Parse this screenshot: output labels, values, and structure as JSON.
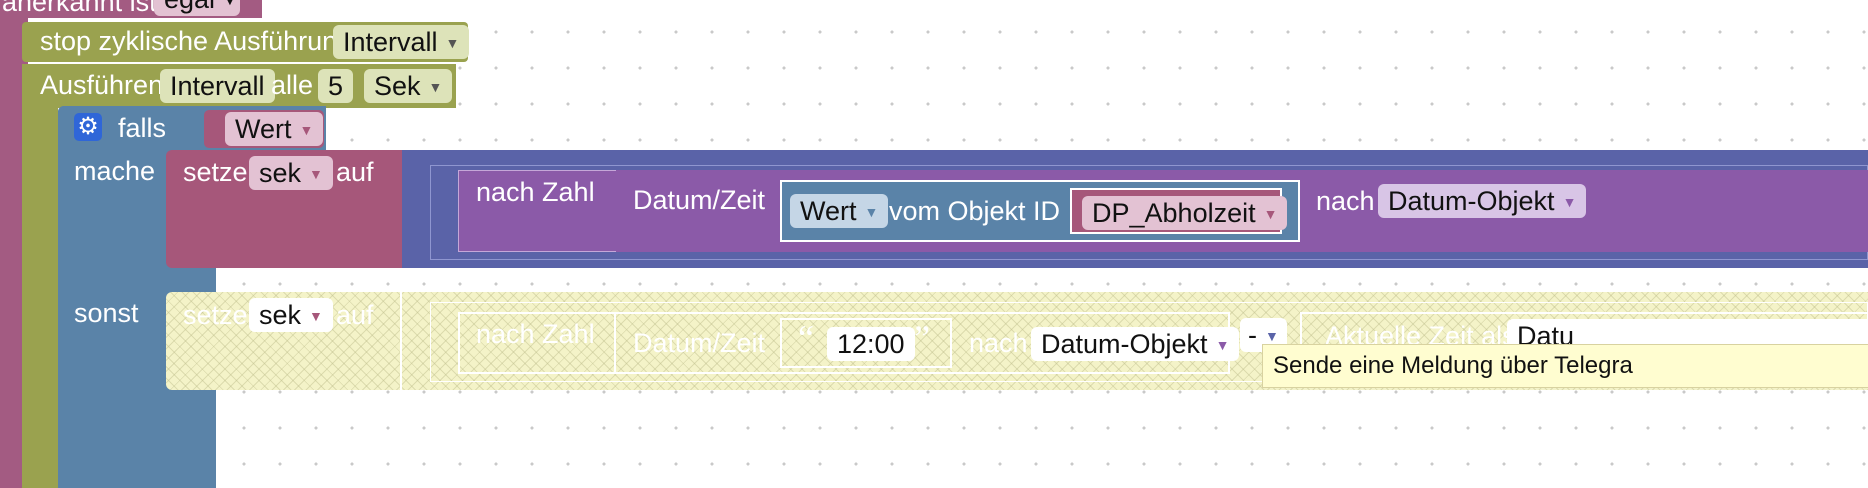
{
  "workspace": {
    "top_block": {
      "text": "anerkannt ist",
      "value": "egal"
    },
    "stop_block": {
      "text": "stop zyklische Ausführung",
      "dropdown": "Intervall"
    },
    "run_block": {
      "text": "Ausführen",
      "name": "Intervall",
      "every": "alle",
      "number": "5",
      "unit": "Sek"
    },
    "if_block": {
      "falls": "falls",
      "condition": "Wert",
      "mache": "mache",
      "sonst": "sonst"
    },
    "set_then": {
      "setze": "setze",
      "var": "sek",
      "auf": "auf",
      "nach_zahl": "nach Zahl",
      "datum_zeit": "Datum/Zeit",
      "wert": "Wert",
      "vom_objekt": "vom Objekt ID",
      "object_id": "DP_Abholzeit",
      "nach": "nach",
      "format": "Datum-Objekt"
    },
    "set_else": {
      "setze": "setze",
      "var": "sek",
      "auf": "auf",
      "nach_zahl": "nach Zahl",
      "datum_zeit": "Datum/Zeit",
      "open_quote": "“",
      "time": "12:00",
      "close_quote": "”",
      "nach": "nach",
      "format": "Datum-Objekt",
      "op": "-",
      "current_time": "Aktuelle Zeit als",
      "current_fmt": "Datu"
    },
    "tooltip": "Sende eine Meldung über Telegra"
  },
  "colors": {
    "event": "#a35b82",
    "event_field": "#e3c2d3",
    "timeout": "#9aa24f",
    "timeout_field": "#dde3b9",
    "logic": "#5a83a8",
    "logic_field": "#c5d6e6",
    "variable": "#a6577a",
    "convert": "#5a63a8",
    "time": "#8b5aa8",
    "time_field": "#d8c5e6",
    "gear": "#2f66d8"
  }
}
